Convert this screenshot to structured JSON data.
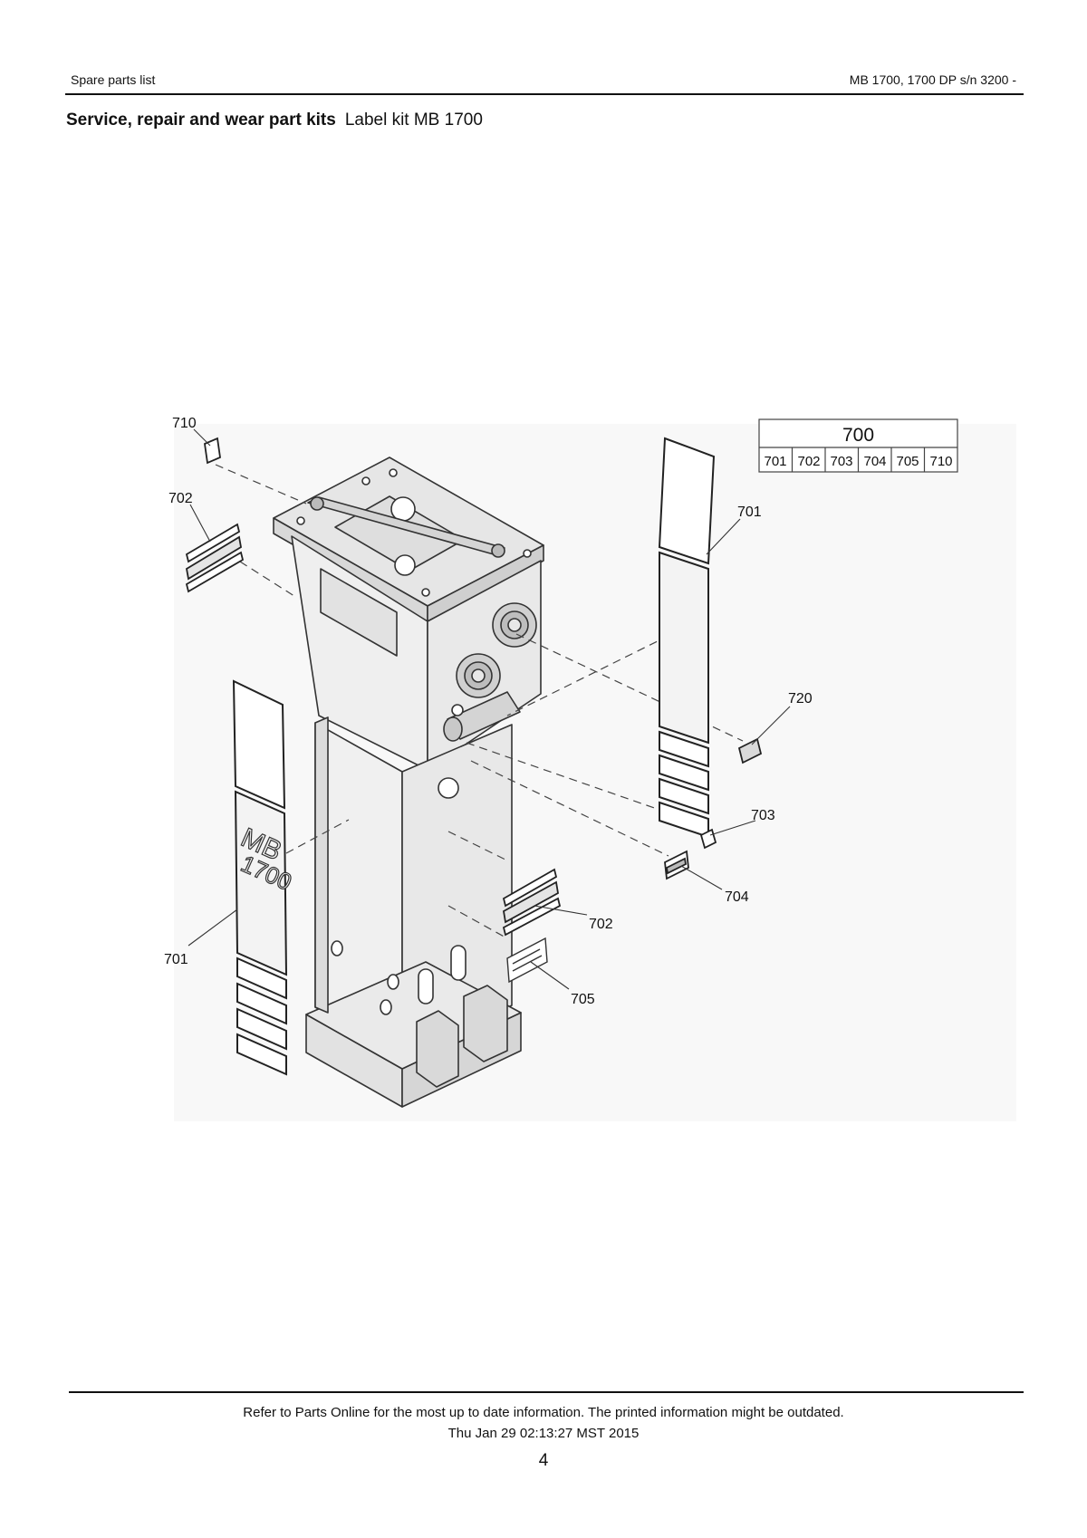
{
  "header": {
    "left": "Spare parts list",
    "right": "MB 1700, 1700 DP s/n 3200 -"
  },
  "title": {
    "section": "Service, repair and wear part kits",
    "subtitle": "Label kit MB 1700"
  },
  "kit_table": {
    "kit": "700",
    "parts": [
      "701",
      "702",
      "703",
      "704",
      "705",
      "710"
    ]
  },
  "callouts": {
    "c710": "710",
    "c702_top": "702",
    "c701_right": "701",
    "c720": "720",
    "c703": "703",
    "c704": "704",
    "c702_mid": "702",
    "c705": "705",
    "c701_left": "701"
  },
  "decal_text": {
    "model_line1": "MB",
    "model_line2": "1700"
  },
  "footer": {
    "note": "Refer to Parts Online for the most up to date information. The printed information might be outdated.",
    "date": "Thu Jan 29 02:13:27 MST 2015",
    "page": "4"
  }
}
